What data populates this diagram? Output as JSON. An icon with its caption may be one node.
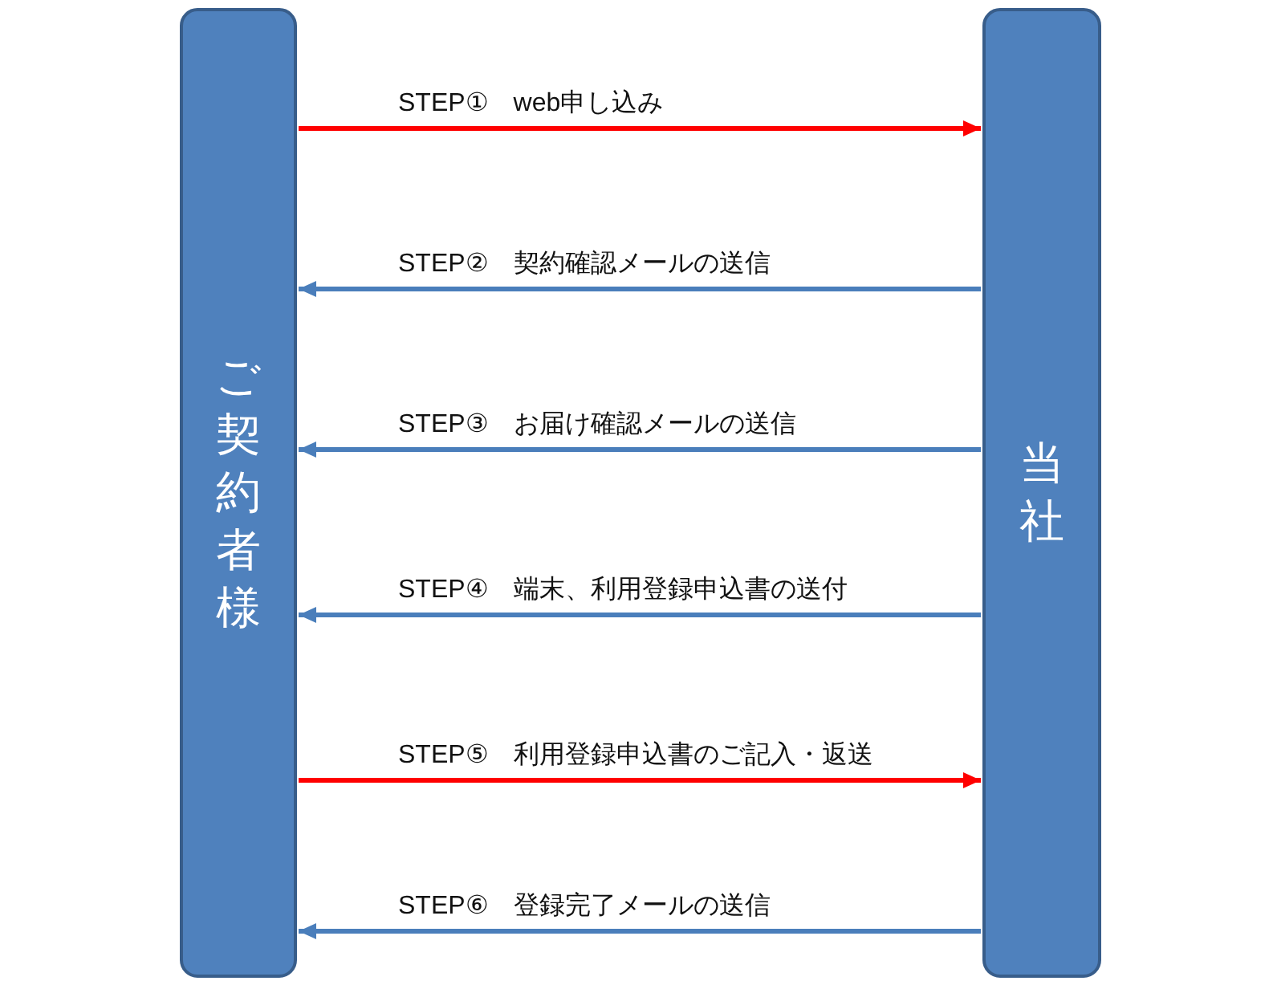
{
  "diagram": {
    "nodes": [
      {
        "text": [
          "ご契約者様"
        ]
      },
      {
        "text": [
          "当社"
        ]
      }
    ],
    "edges": [
      {
        "from": 0,
        "to": 1,
        "arrow": "to",
        "label": "STEP①　web申し込み",
        "color": "#ff0000"
      },
      {
        "from": 1,
        "to": 0,
        "arrow": "to",
        "label": "STEP②　契約確認メールの送信"
      },
      {
        "from": 1,
        "to": 0,
        "arrow": "to",
        "label": "STEP③　お届け確認メールの送信"
      },
      {
        "from": 1,
        "to": 0,
        "arrow": "to",
        "label": "STEP④　端末、利用登録申込書の送付"
      },
      {
        "from": 0,
        "to": 1,
        "arrow": "to",
        "label": "STEP⑤　利用登録申込書のご記入・返送",
        "color": "#ff0000"
      },
      {
        "from": 1,
        "to": 0,
        "arrow": "to",
        "label": "STEP⑥　登録完了メールの送信"
      }
    ]
  }
}
